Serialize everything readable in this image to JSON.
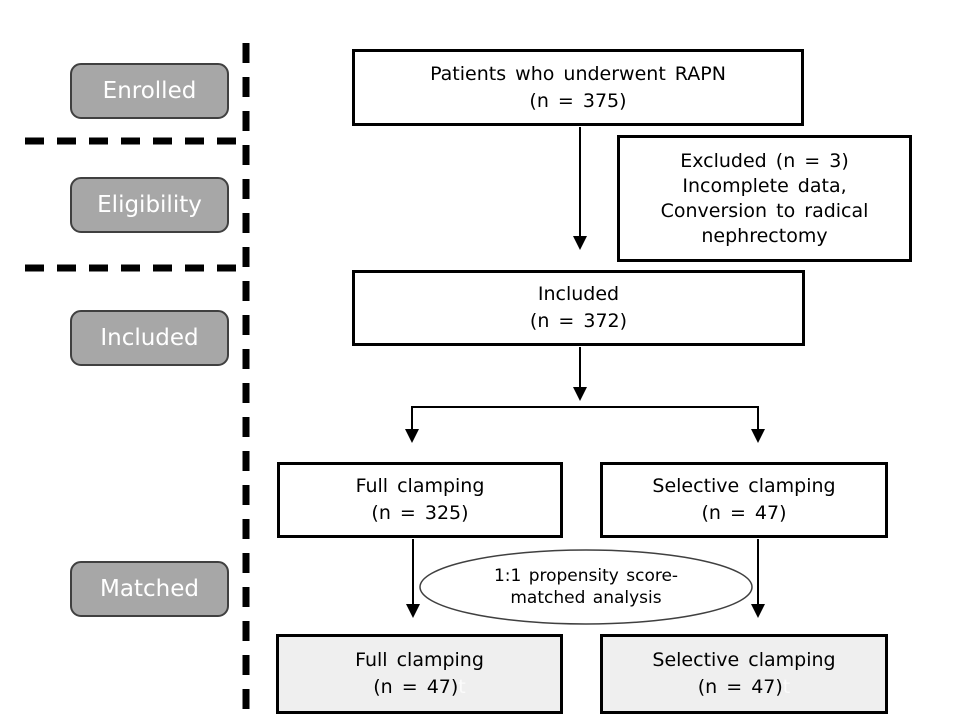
{
  "stages": [
    {
      "label": "Enrolled"
    },
    {
      "label": "Eligibility"
    },
    {
      "label": "Included"
    },
    {
      "label": "Matched"
    }
  ],
  "boxes": {
    "top": {
      "lines": [
        "Patients who underwent RAPN",
        "(n = 375)"
      ]
    },
    "excluded": {
      "lines": [
        "Excluded (n = 3)",
        "Incomplete data,",
        "Conversion to radical",
        "nephrectomy"
      ]
    },
    "included": {
      "lines": [
        "Included",
        "(n = 372)"
      ]
    },
    "full_clamping": {
      "lines": [
        "Full clamping",
        "(n = 325)"
      ]
    },
    "selective_clamping": {
      "lines": [
        "Selective clamping",
        "(n = 47)"
      ]
    },
    "matched_full": {
      "lines": [
        "Full clamping",
        "(n = 47)"
      ],
      "artifact": "t"
    },
    "matched_selective": {
      "lines": [
        "Selective clamping",
        "(n = 47)"
      ],
      "artifact": "t"
    }
  },
  "ellipse": {
    "lines": [
      "1:1 propensity score-",
      "matched analysis"
    ]
  },
  "colors": {
    "background": "#ffffff",
    "stage-fill": "#a7a7a7",
    "stage-border": "#404040",
    "stage-text": "#ffffff",
    "box-fill": "#ffffff",
    "box-border": "#000000",
    "matched-fill": "#efefef",
    "line-color": "#000000",
    "ellipse-stroke": "#404040",
    "artifact-color": "#fbfbfb"
  }
}
